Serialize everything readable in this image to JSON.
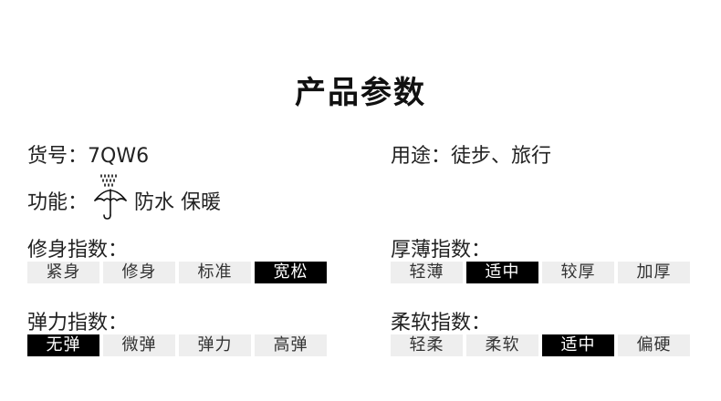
{
  "title": "产品参数",
  "item_no": {
    "label": "货号：",
    "value": "7QW6"
  },
  "usage": {
    "label": "用途：",
    "value": "徒步、旅行"
  },
  "function": {
    "label": "功能：",
    "icon": "waterproof-umbrella-icon",
    "value": "防水 保暖"
  },
  "fit": {
    "label": "修身指数：",
    "options": [
      "紧身",
      "修身",
      "标准",
      "宽松"
    ],
    "selected": 3
  },
  "thickness": {
    "label": "厚薄指数：",
    "options": [
      "轻薄",
      "适中",
      "较厚",
      "加厚"
    ],
    "selected": 1
  },
  "elasticity": {
    "label": "弹力指数：",
    "options": [
      "无弹",
      "微弹",
      "弹力",
      "高弹"
    ],
    "selected": 0
  },
  "softness": {
    "label": "柔软指数：",
    "options": [
      "轻柔",
      "柔软",
      "适中",
      "偏硬"
    ],
    "selected": 2
  },
  "colors": {
    "active_bg": "#000000",
    "inactive_bg": "#eeeeee"
  }
}
